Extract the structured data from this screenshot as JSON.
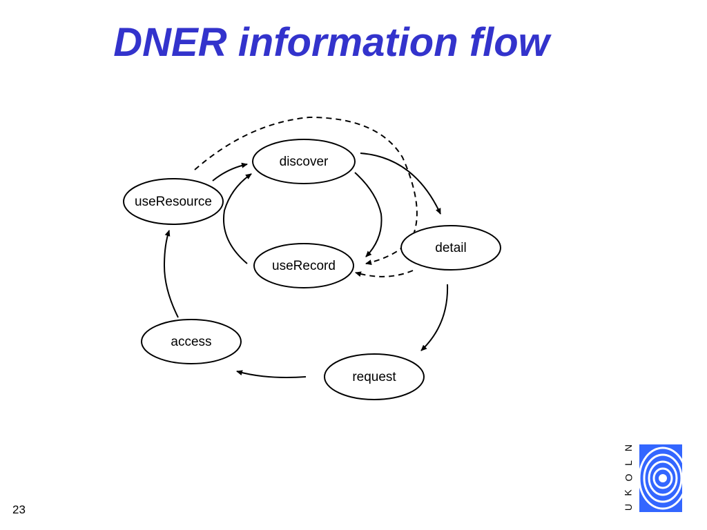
{
  "title": "DNER information flow",
  "title_color": "#3333cc",
  "page_number": "23",
  "nodes": {
    "discover": "discover",
    "useResource": "useResource",
    "detail": "detail",
    "useRecord": "useRecord",
    "access": "access",
    "request": "request"
  },
  "logo": {
    "letters": [
      "N",
      "L",
      "O",
      "K",
      "U"
    ],
    "color": "#3366ff",
    "icon": "ukoln-eye-logo"
  }
}
